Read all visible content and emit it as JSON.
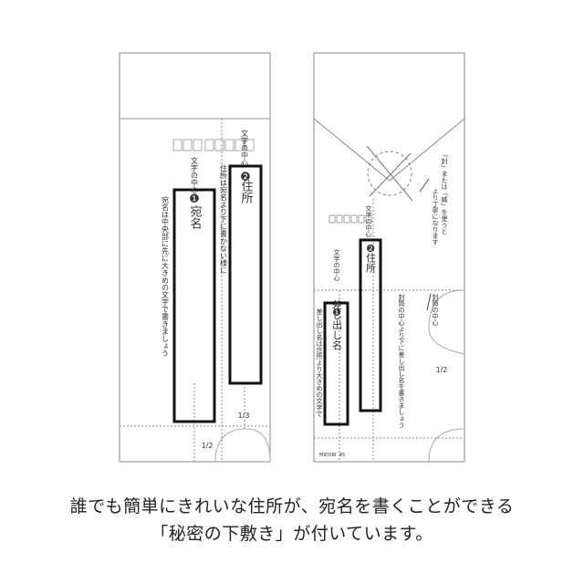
{
  "left_sheet": {
    "recipient_badge": "❶",
    "recipient_label": "宛名",
    "address_badge": "❷",
    "address_label": "住所",
    "center_mark_text": "文字の中心",
    "note_recipient": "宛名は中央部に先に大きめの文字で書きましょう",
    "note_address": "住所は宛名より下に書かない様に",
    "ratio_third": "1/3",
    "ratio_half": "1/2"
  },
  "right_sheet": {
    "sender_badge": "❶",
    "sender_label": "差し出し名",
    "address_badge": "❷",
    "address_label": "住所",
    "center_mark_text": "文字の中心",
    "seal_note_col1": "「封」または「緘」を使うと",
    "seal_note_col2": "より丁寧になります",
    "flap_center_note": "封筒の中心",
    "note_sender_col1": "差し出し名は住所より大きめの文字で",
    "note_address_col1": "封筒の中心より下に差し出し名を書きましょう",
    "ratio_half": "1/2",
    "brand_mark": "MIDORI",
    "code_mark": "85"
  },
  "caption": {
    "line1": "誰でも簡単にきれいな住所が、宛名を書くことができる",
    "line2": "「秘密の下敷き」が付いています。"
  }
}
